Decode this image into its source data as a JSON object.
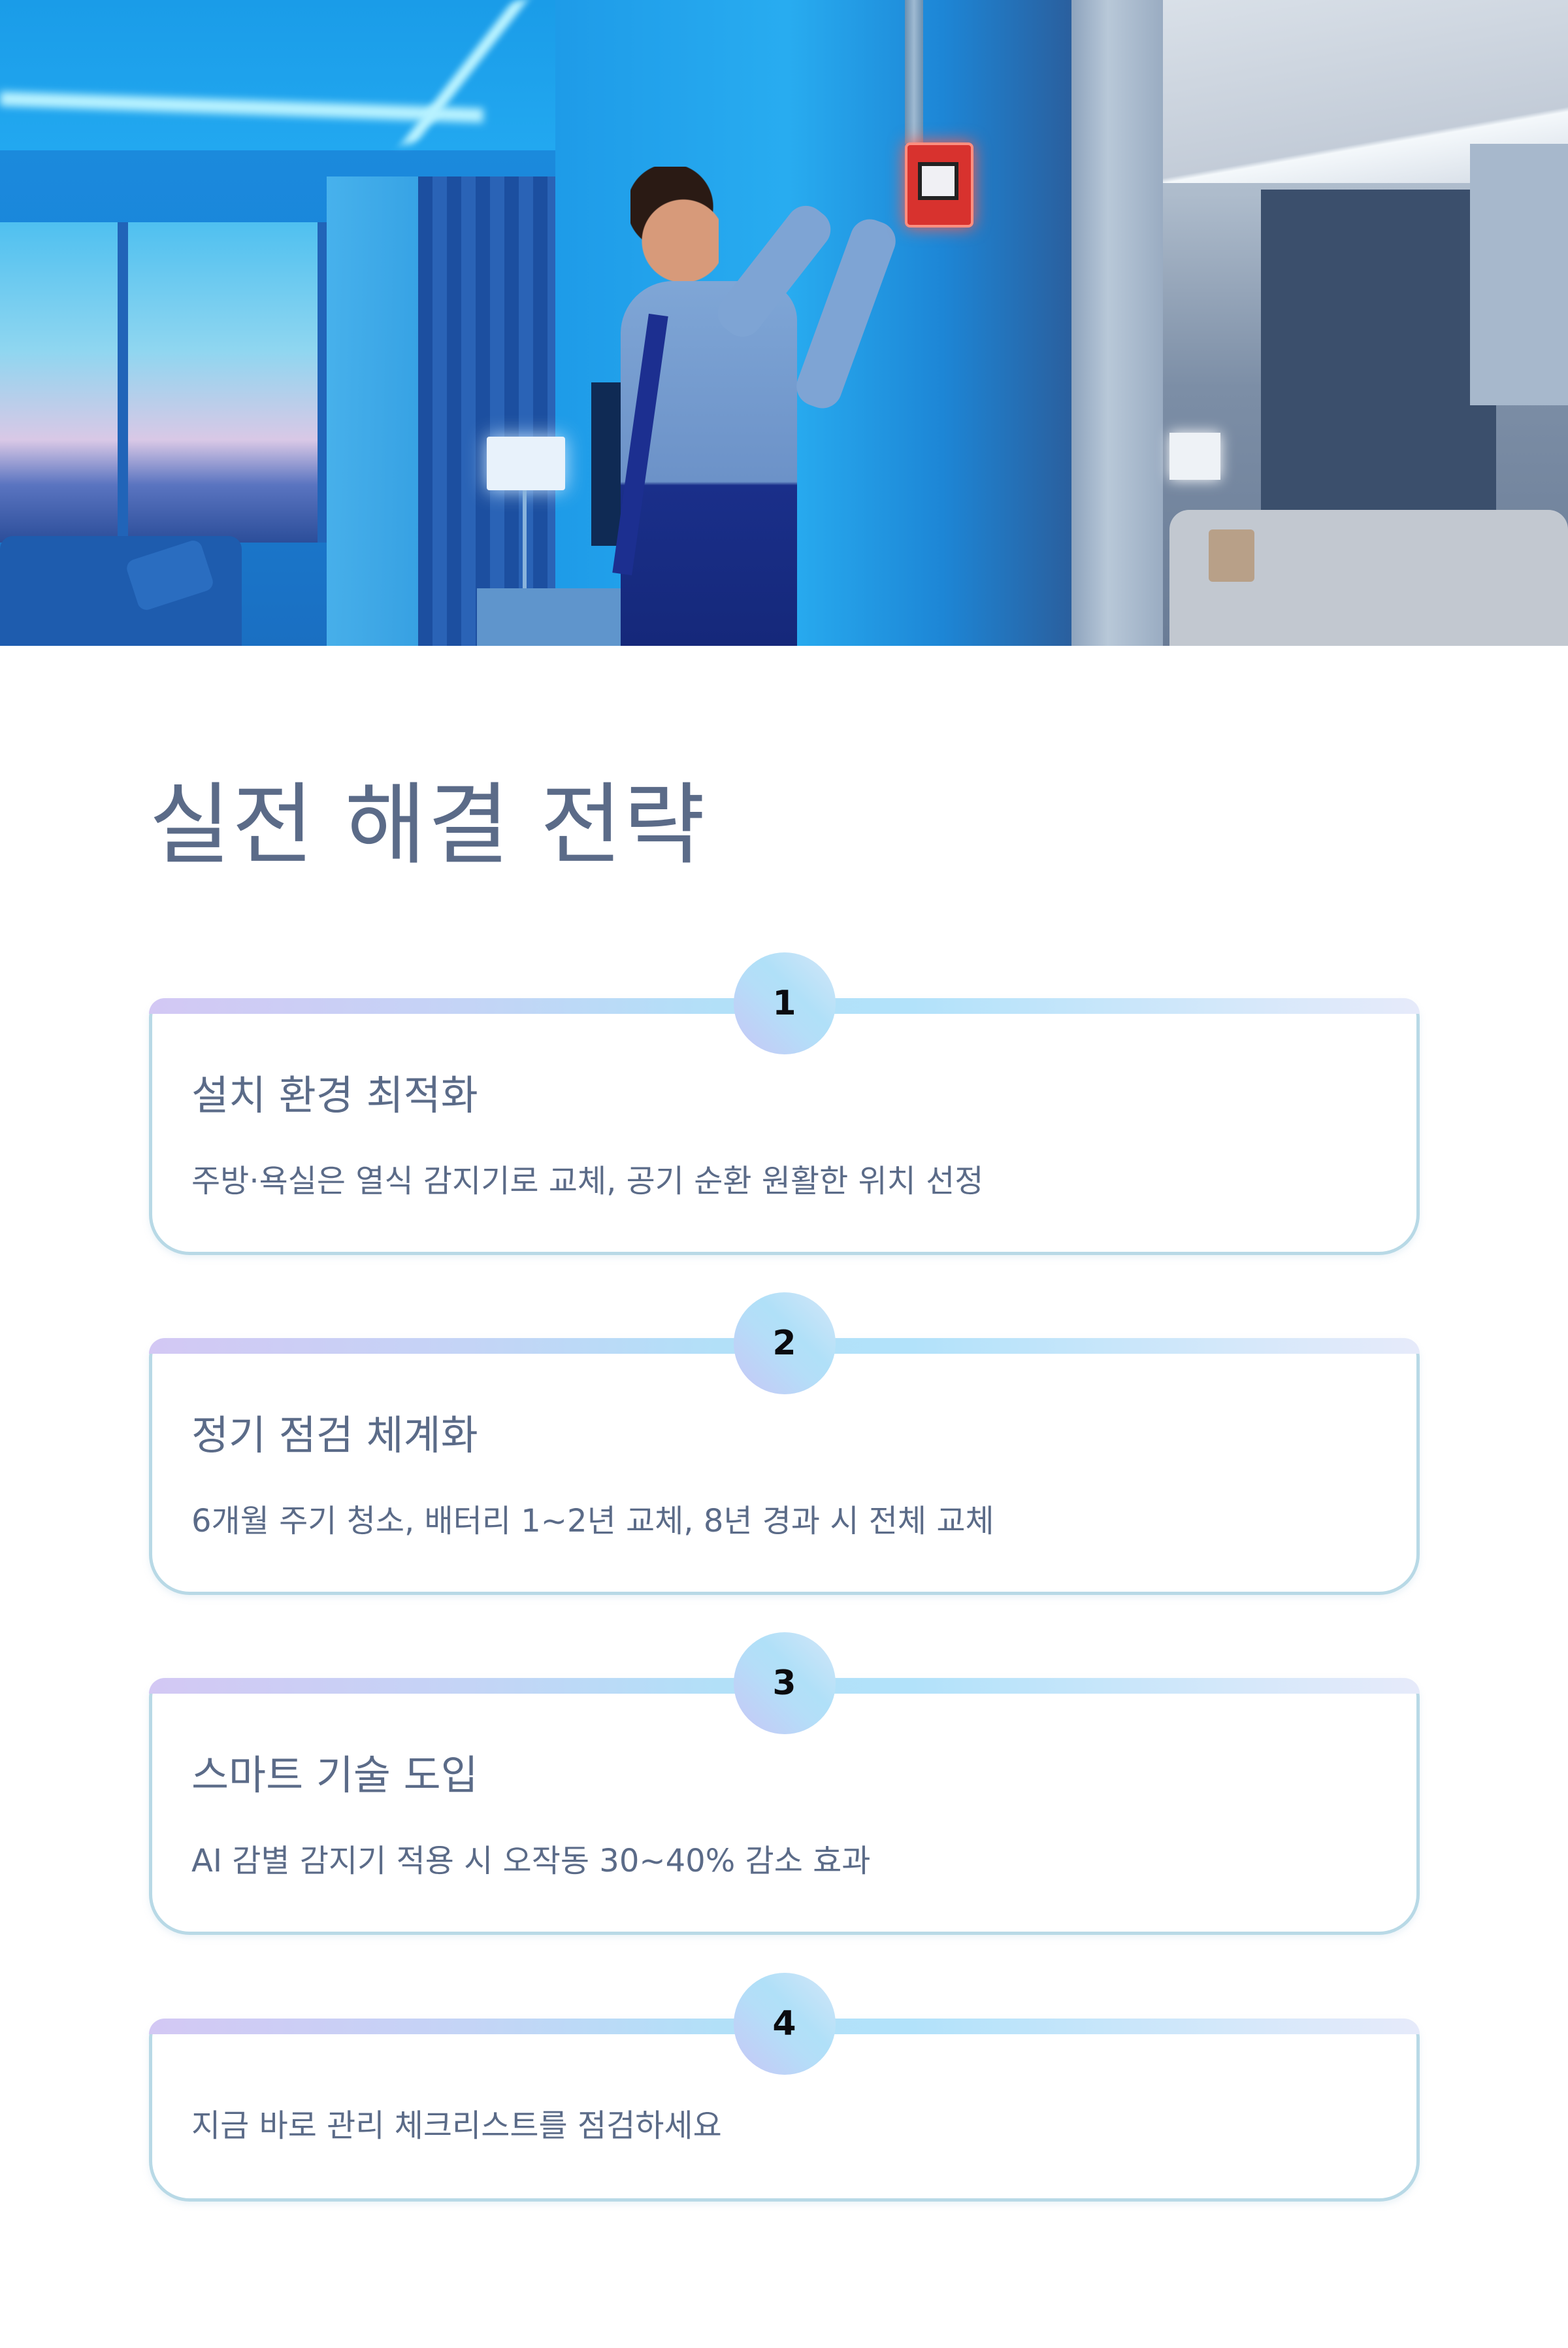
{
  "hero": {
    "image_description": "Technician in blue overalls installing a red glowing smoke detector on a blue-lit living room wall, with a grey-lit adjoining room visible through a doorway",
    "icon": "photo-hero"
  },
  "page": {
    "title": "실전 해결 전략"
  },
  "colors": {
    "text": "#5b6b88",
    "card_border": "#b8d9e6",
    "badge_gradient_start": "#c8c6f6",
    "badge_gradient_end": "#b0e0f8",
    "badge_number": "#0b0b0f"
  },
  "steps": [
    {
      "number": "1",
      "heading": "설치 환경 최적화",
      "body": "주방·욕실은 열식 감지기로 교체, 공기 순환 원활한 위치 선정"
    },
    {
      "number": "2",
      "heading": "정기 점검 체계화",
      "body": "6개월 주기 청소, 배터리 1~2년 교체, 8년 경과 시 전체 교체"
    },
    {
      "number": "3",
      "heading": "스마트 기술 도입",
      "body": "AI 감별 감지기 적용 시 오작동 30~40% 감소 효과"
    },
    {
      "number": "4",
      "heading": "",
      "body": "지금 바로 관리 체크리스트를 점검하세요"
    }
  ]
}
